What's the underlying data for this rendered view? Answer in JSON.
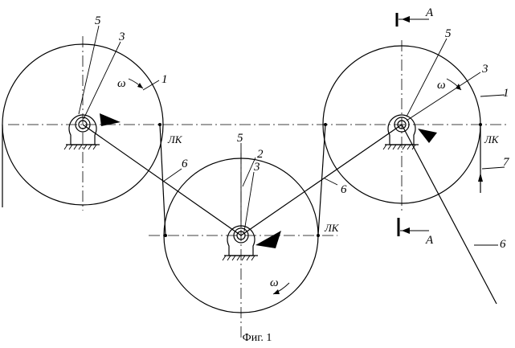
{
  "labels": {
    "roller_left": "1",
    "roller_right": "1",
    "roller_bottom": "2",
    "axle_left": "3",
    "axle_right": "3",
    "axle_bottom": "3",
    "hub_left": "5",
    "hub_right": "5",
    "hub_bottom": "5",
    "belt_left": "6",
    "belt_middle": "6",
    "belt_right": "6",
    "arrow_seven": "7",
    "omega_left": "ω",
    "omega_right": "ω",
    "omega_bottom": "ω",
    "lk_left": "ЛК",
    "lk_right": "ЛК",
    "lk_bottom": "ЛК",
    "section_top": "А",
    "section_bottom": "А"
  },
  "caption": "Фиг. 1"
}
